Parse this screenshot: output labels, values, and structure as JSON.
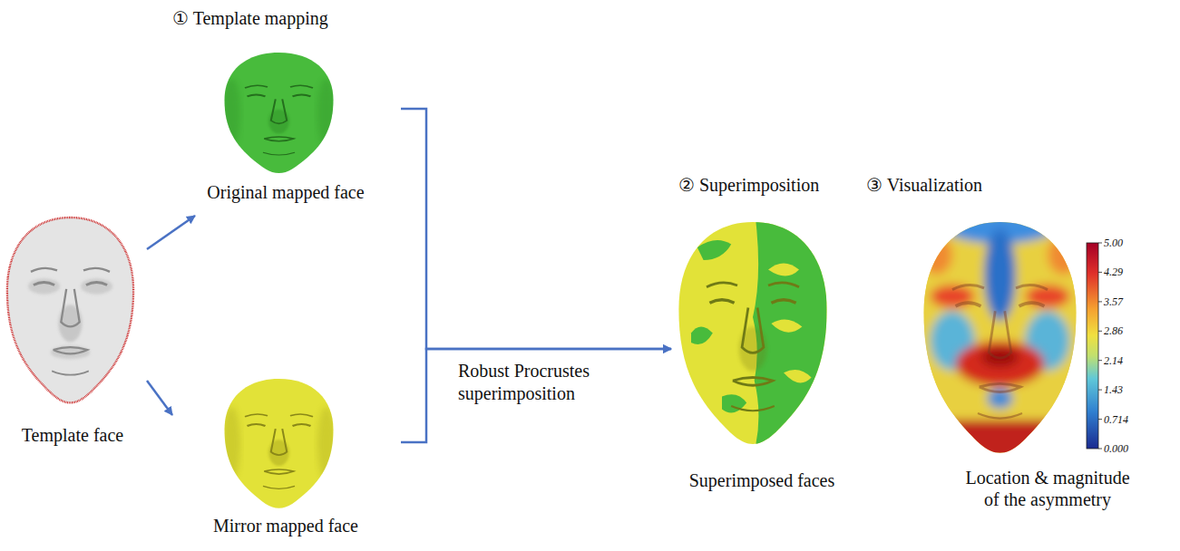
{
  "diagram": {
    "nodes": [
      {
        "text": [
          "Template face"
        ]
      },
      {
        "text": [
          "① Template mapping",
          "Original mapped face"
        ]
      },
      {
        "text": [
          "Mirror mapped face"
        ]
      },
      {
        "text": [
          "② Superimposition",
          "Superimposed faces"
        ]
      },
      {
        "text": [
          "③ Visualization",
          "Location & magnitude of the asymmetry"
        ]
      }
    ],
    "edges": [
      {
        "from": 0,
        "to": 1,
        "arrow": "to"
      },
      {
        "from": 0,
        "to": 2,
        "arrow": "to"
      },
      {
        "from": 1,
        "to": 3,
        "arrow": "to",
        "label": "Robust Procrustes superimposition"
      },
      {
        "from": 2,
        "to": 3,
        "arrow": "to"
      }
    ],
    "labels": [
      "5.00",
      "4.29",
      "3.57",
      "2.86",
      "2.14",
      "1.43",
      "0.714",
      "0.000"
    ]
  }
}
